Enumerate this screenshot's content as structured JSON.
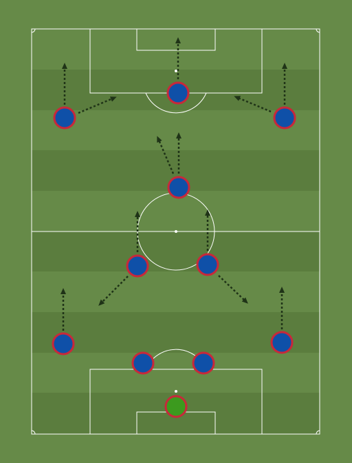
{
  "colors": {
    "background": "#668a48",
    "pitch_stripe_light": "#648646",
    "pitch_stripe_dark": "#5b7d3e",
    "pitch_lines": "#ffffff",
    "player_fill": "#0f50a8",
    "player_ring": "#c8283a",
    "goalkeeper_fill": "#3c9a1e",
    "arrow": "#1f3317"
  },
  "icons": {
    "player": "player-marker-icon",
    "goalkeeper": "goalkeeper-marker-icon",
    "movement": "movement-arrow-icon"
  },
  "players": [
    {
      "id": "gk",
      "role": "goalkeeper"
    },
    {
      "id": "cb-left",
      "role": "outfield"
    },
    {
      "id": "cb-right",
      "role": "outfield"
    },
    {
      "id": "lb",
      "role": "outfield"
    },
    {
      "id": "rb",
      "role": "outfield"
    },
    {
      "id": "cm-left",
      "role": "outfield"
    },
    {
      "id": "cm-right",
      "role": "outfield"
    },
    {
      "id": "cam",
      "role": "outfield"
    },
    {
      "id": "lw",
      "role": "outfield"
    },
    {
      "id": "rw",
      "role": "outfield"
    },
    {
      "id": "st",
      "role": "outfield"
    }
  ]
}
